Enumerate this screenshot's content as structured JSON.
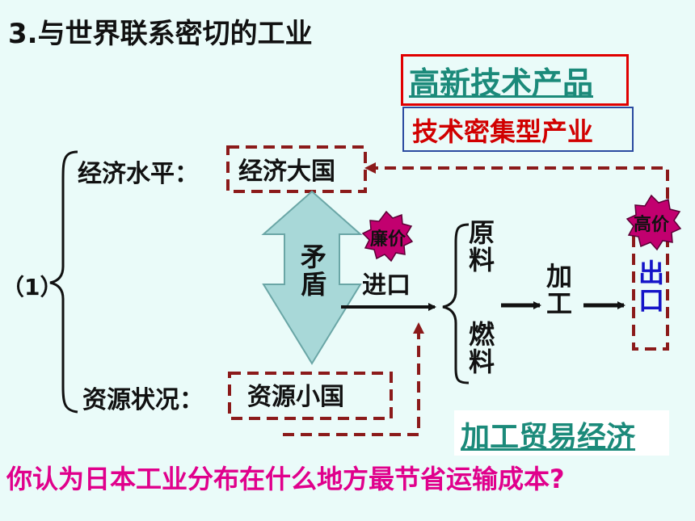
{
  "title": "3.与世界联系密切的工业",
  "box_hightech": "高新技术产品",
  "box_techintensive": "技术密集型产业",
  "econ_label": "经济水平：",
  "econ_value": "经济大国",
  "resource_label": "资源状况：",
  "resource_value": "资源小国",
  "item_marker": "（1）",
  "contradiction_1": "矛",
  "contradiction_2": "盾",
  "cheap_badge": "廉价",
  "import_label": "进口",
  "raw_1": "原",
  "raw_2": "料",
  "fuel_1": "燃",
  "fuel_2": "料",
  "process_1": "加",
  "process_2": "工",
  "high_badge": "高价",
  "export_1": "出",
  "export_2": "口",
  "processing_trade": "加工贸易经济",
  "question": "你认为日本工业分布在什么地方最节省运输成本?",
  "colors": {
    "background": "#eafbf9",
    "dashed": "#8b1a1a",
    "accent_red": "#d10000",
    "teal": "#1b8a7a",
    "question": "#e0008c",
    "badge": "#c2006f",
    "export": "#1414c8",
    "arrow_fill": "#a8d8d8"
  }
}
